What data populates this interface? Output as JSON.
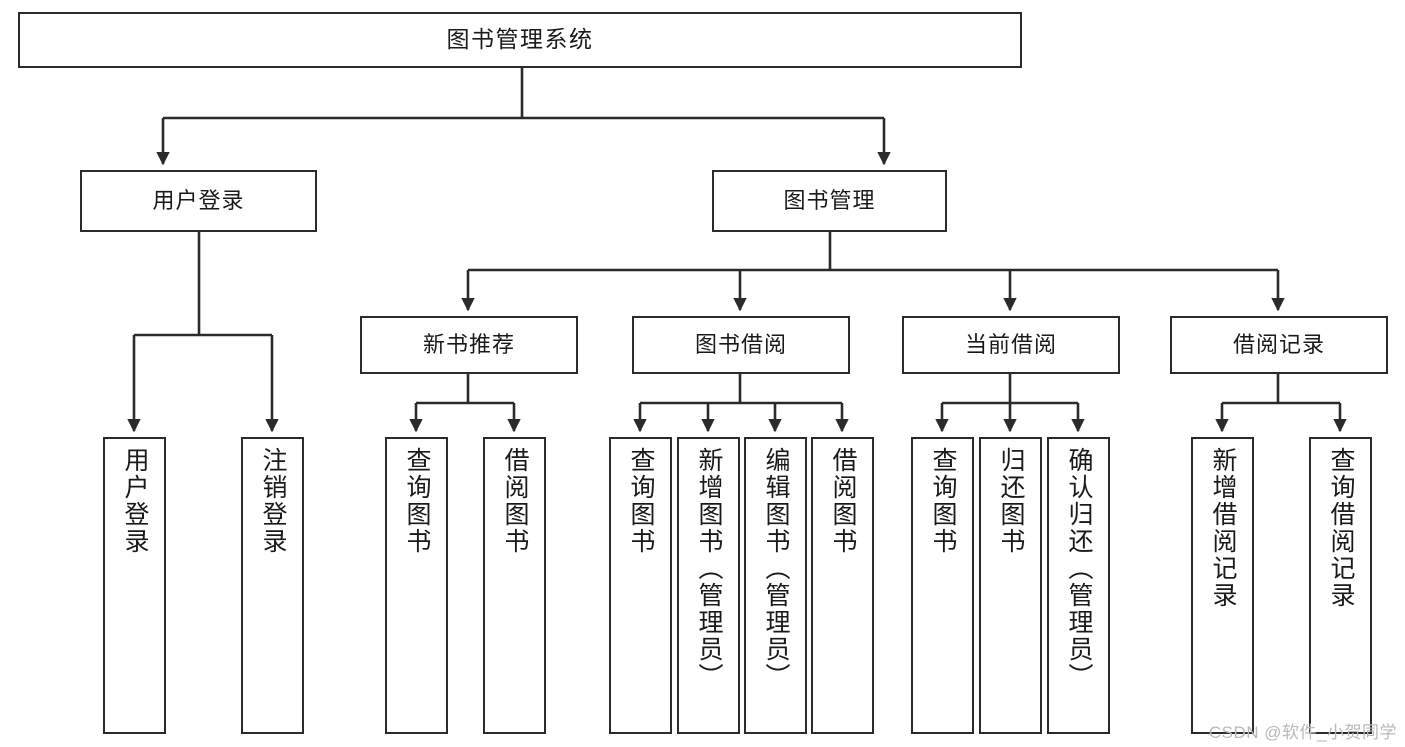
{
  "diagram": {
    "kind": "functional-structure-tree",
    "title": "图书管理系统",
    "watermark": "CSDN @软件_小贺同学",
    "colors": {
      "stroke": "#2b2b2b",
      "box_fill": "#ffffff",
      "text": "#1a1a1a",
      "background": "#ffffff",
      "watermark": "#b9b9b9"
    },
    "levels": {
      "root": [
        "图书管理系统"
      ],
      "level2": [
        "用户登录",
        "图书管理"
      ],
      "level3": [
        "新书推荐",
        "图书借阅",
        "当前借阅",
        "借阅记录"
      ],
      "leaves": [
        "用户登录",
        "注销登录",
        "查询图书",
        "借阅图书",
        "查询图书",
        "新增图书（管理员）",
        "编辑图书（管理员）",
        "借阅图书",
        "查询图书",
        "归还图书",
        "确认归还（管理员）",
        "新增借阅记录",
        "查询借阅记录"
      ]
    }
  },
  "nodes": {
    "root": {
      "label": "图书管理系统"
    },
    "user_login": {
      "label": "用户登录"
    },
    "book_manage": {
      "label": "图书管理"
    },
    "new_book_rec": {
      "label": "新书推荐"
    },
    "book_borrow": {
      "label": "图书借阅"
    },
    "current_borrow": {
      "label": "当前借阅"
    },
    "borrow_record": {
      "label": "借阅记录"
    },
    "leaf_user_login": {
      "label": "用户登录"
    },
    "leaf_user_logout": {
      "label": "注销登录"
    },
    "leaf_rec_query": {
      "label": "查询图书"
    },
    "leaf_rec_borrow": {
      "label": "借阅图书"
    },
    "leaf_borrow_query": {
      "label": "查询图书"
    },
    "leaf_borrow_add": {
      "label": "新增图书（管理员）"
    },
    "leaf_borrow_edit": {
      "label": "编辑图书（管理员）"
    },
    "leaf_borrow_take": {
      "label": "借阅图书"
    },
    "leaf_cur_query": {
      "label": "查询图书"
    },
    "leaf_cur_return": {
      "label": "归还图书"
    },
    "leaf_cur_confirm": {
      "label": "确认归还（管理员）"
    },
    "leaf_rec_add": {
      "label": "新增借阅记录"
    },
    "leaf_rec_search": {
      "label": "查询借阅记录"
    }
  }
}
